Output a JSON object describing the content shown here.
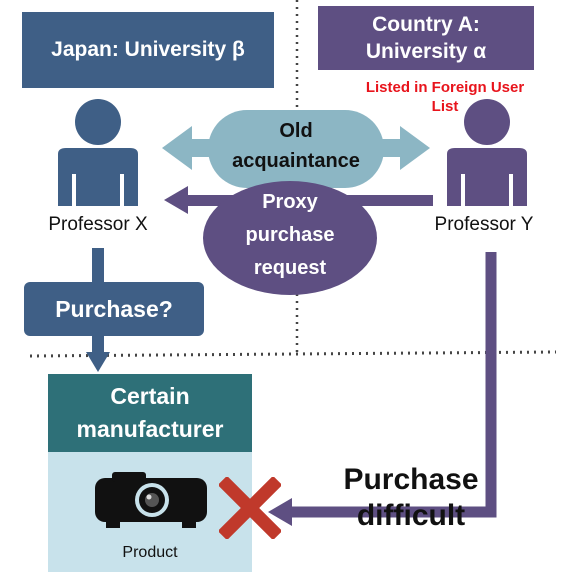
{
  "regions": {
    "japan_label": "Japan: University β",
    "country_a_line1": "Country A:",
    "country_a_line2": "University α"
  },
  "foreign_user_note": {
    "line1": "Listed in Foreign User",
    "line2": "List"
  },
  "people": {
    "professor_x": "Professor X",
    "professor_y": "Professor Y"
  },
  "relations": {
    "acquaintance_line1": "Old",
    "acquaintance_line2": "acquaintance",
    "request_line1": "Proxy",
    "request_line2": "purchase",
    "request_line3": "request",
    "purchase_question": "Purchase?",
    "blocked_line1": "Purchase",
    "blocked_line2": "difficult"
  },
  "manufacturer": {
    "title_line1": "Certain",
    "title_line2": "manufacturer",
    "product_label": "Product"
  },
  "colors": {
    "japan_blue": "#3f5f86",
    "country_purple": "#5e4f82",
    "acquaintance_teal": "#8cb6c4",
    "manufacturer_teal": "#2e7078",
    "manufacturer_bg": "#c8e2eb",
    "block_red": "#c0392b"
  },
  "icons": {
    "person_icon": "person-silhouette",
    "product_icon": "projector",
    "blocked_icon": "x-cross"
  }
}
